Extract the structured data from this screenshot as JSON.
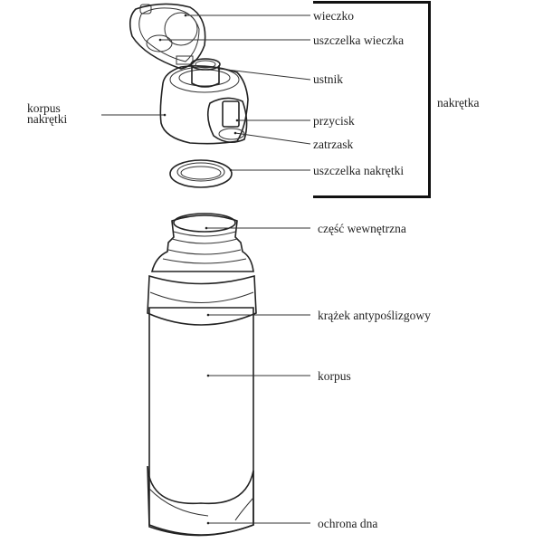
{
  "colors": {
    "ink": "#222222",
    "band_grey": "#9a9a9a",
    "light_grey": "#eeeeee",
    "seal_grey": "#b0b0b0"
  },
  "cap_group": {
    "bracket_label": "nakrętka",
    "labels": {
      "lid": "wieczko",
      "lid_seal": "uszczelka wieczka",
      "mouthpiece": "ustnik",
      "button": "przycisk",
      "latch": "zatrzask",
      "cap_seal": "uszczelka nakrętki",
      "cap_body_line1": "korpus",
      "cap_body_line2": "nakrętki"
    }
  },
  "bottle": {
    "labels": {
      "inner_part": "część wewnętrzna",
      "anti_slip_ring": "krążek antypoślizgowy",
      "body": "korpus",
      "bottom_guard": "ochrona dna"
    }
  }
}
